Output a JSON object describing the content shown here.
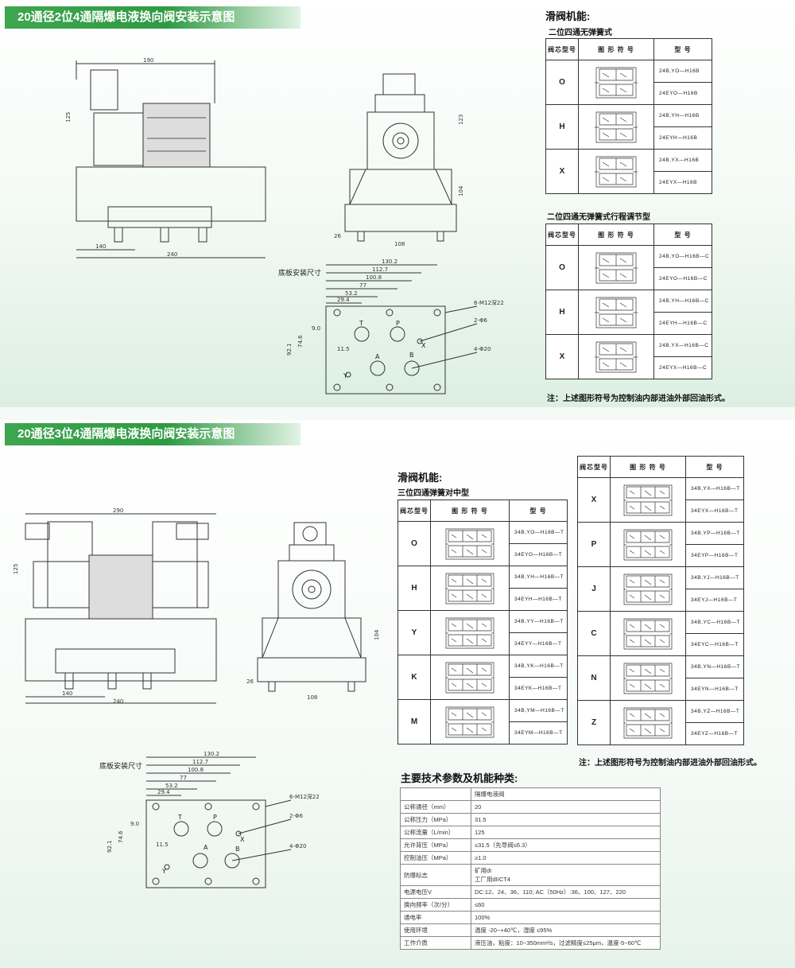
{
  "section1": {
    "title": "20通径2位4通隔爆电液换向阀安装示意图",
    "function_heading": "滑阀机能:",
    "table1_title": "二位四通无弹簧式",
    "table2_title": "二位四通无弹簧式行程调节型",
    "headers": {
      "core": "阀芯型号",
      "symbol": "图 形 符 号",
      "model": "型   号"
    },
    "table1_rows": [
      {
        "core": "O",
        "models": [
          "24B,YO—H16B",
          "24EYO—H16B"
        ]
      },
      {
        "core": "H",
        "models": [
          "24B,YH—H16B",
          "24EYH—H16B"
        ]
      },
      {
        "core": "X",
        "models": [
          "24B,YX—H16B",
          "24EYX—H16B"
        ]
      }
    ],
    "table2_rows": [
      {
        "core": "O",
        "models": [
          "24B,YO—H16B—C",
          "24EYO—H16B—C"
        ]
      },
      {
        "core": "H",
        "models": [
          "24B,YH—H16B—C",
          "24EYH—H16B—C"
        ]
      },
      {
        "core": "X",
        "models": [
          "24B,YX—H16B—C",
          "24EYX—H16B—C"
        ]
      }
    ],
    "note": "注：上述图形符号为控制油内部进油外部回油形式。",
    "plate_label": "底板安装尺寸",
    "dims_front": [
      "190",
      "125",
      "140",
      "240"
    ],
    "dims_side": [
      "123",
      "104",
      "108",
      "26"
    ],
    "plate_dims": [
      "130.2",
      "112.7",
      "100.8",
      "77",
      "53.2",
      "29.4",
      "6-M12深22",
      "2-Φ6",
      "11.5",
      "9.0",
      "4-Φ20",
      "74.6",
      "92.1"
    ],
    "port_labels": [
      "T",
      "P",
      "A",
      "B",
      "X",
      "Y"
    ]
  },
  "section2": {
    "title": "20通径3位4通隔爆电液换向阀安装示意图",
    "function_heading": "滑阀机能:",
    "table_title": "三位四通弹簧对中型",
    "headers": {
      "core": "阀芯型号",
      "symbol": "图 形 符 号",
      "model": "型   号"
    },
    "left_rows": [
      {
        "core": "O",
        "models": [
          "34B,YO—H16B—T",
          "34EYO—H16B—T"
        ]
      },
      {
        "core": "H",
        "models": [
          "34B,YH—H16B—T",
          "34EYH—H16B—T"
        ]
      },
      {
        "core": "Y",
        "models": [
          "34B,YY—H16B—T",
          "34EYY—H16B—T"
        ]
      },
      {
        "core": "K",
        "models": [
          "34B,YK—H16B—T",
          "34EYK—H16B—T"
        ]
      },
      {
        "core": "M",
        "models": [
          "34B,YM—H16B—T",
          "34EYM—H16B—T"
        ]
      }
    ],
    "right_rows": [
      {
        "core": "X",
        "models": [
          "34B,YX—H16B—T",
          "34EYX—H16B—T"
        ]
      },
      {
        "core": "P",
        "models": [
          "34B,YP—H16B—T",
          "34EYP—H16B—T"
        ]
      },
      {
        "core": "J",
        "models": [
          "34B,YJ—H16B—T",
          "34EYJ—H16B—T"
        ]
      },
      {
        "core": "C",
        "models": [
          "34B,YC—H16B—T",
          "34EYC—H16B—T"
        ]
      },
      {
        "core": "N",
        "models": [
          "34B,YN—H16B—T",
          "34EYN—H16B—T"
        ]
      },
      {
        "core": "Z",
        "models": [
          "34B,YZ—H16B—T",
          "34EYZ—H16B—T"
        ]
      }
    ],
    "note": "注：上述图形符号为控制油内部进油外部回油形式。",
    "plate_label": "底板安装尺寸",
    "dims_front": [
      "290",
      "125",
      "140",
      "240"
    ],
    "dims_side": [
      "104",
      "108",
      "26"
    ],
    "plate_dims": [
      "130.2",
      "112.7",
      "100.8",
      "77",
      "53.2",
      "29.4",
      "6-M12深22",
      "2-Φ6",
      "11.5",
      "9.0",
      "4-Φ20",
      "74.6",
      "92.1"
    ],
    "port_labels": [
      "T",
      "P",
      "A",
      "B",
      "X",
      "Y"
    ],
    "spec_heading": "主要技术参数及机能种类:",
    "spec_rows": [
      {
        "name": "",
        "value": "隔爆电液阀"
      },
      {
        "name": "公称通径（mm）",
        "value": "20"
      },
      {
        "name": "公称压力（MPa）",
        "value": "31.5"
      },
      {
        "name": "公称流量（L/min）",
        "value": "125"
      },
      {
        "name": "允许背压（MPa）",
        "value": "≤31.5（先导阀≤6.3）"
      },
      {
        "name": "控制油压（MPa）",
        "value": "≥1.0"
      },
      {
        "name": "防爆标志",
        "value": "矿用dI\n工厂用dIICT4"
      },
      {
        "name": "电源电压V",
        "value": "DC:12、24、36、110; AC（50Hz）:36、100、127、220"
      },
      {
        "name": "换向频率（次/分）",
        "value": "≤60"
      },
      {
        "name": "通电率",
        "value": "100%"
      },
      {
        "name": "使用环境",
        "value": "温度 -20~+40℃，湿度 ≤95%"
      },
      {
        "name": "工作介质",
        "value": "液压油，粘度：10~350mm²/s，过滤精度≤25μm，温度-5~60℃"
      }
    ]
  }
}
